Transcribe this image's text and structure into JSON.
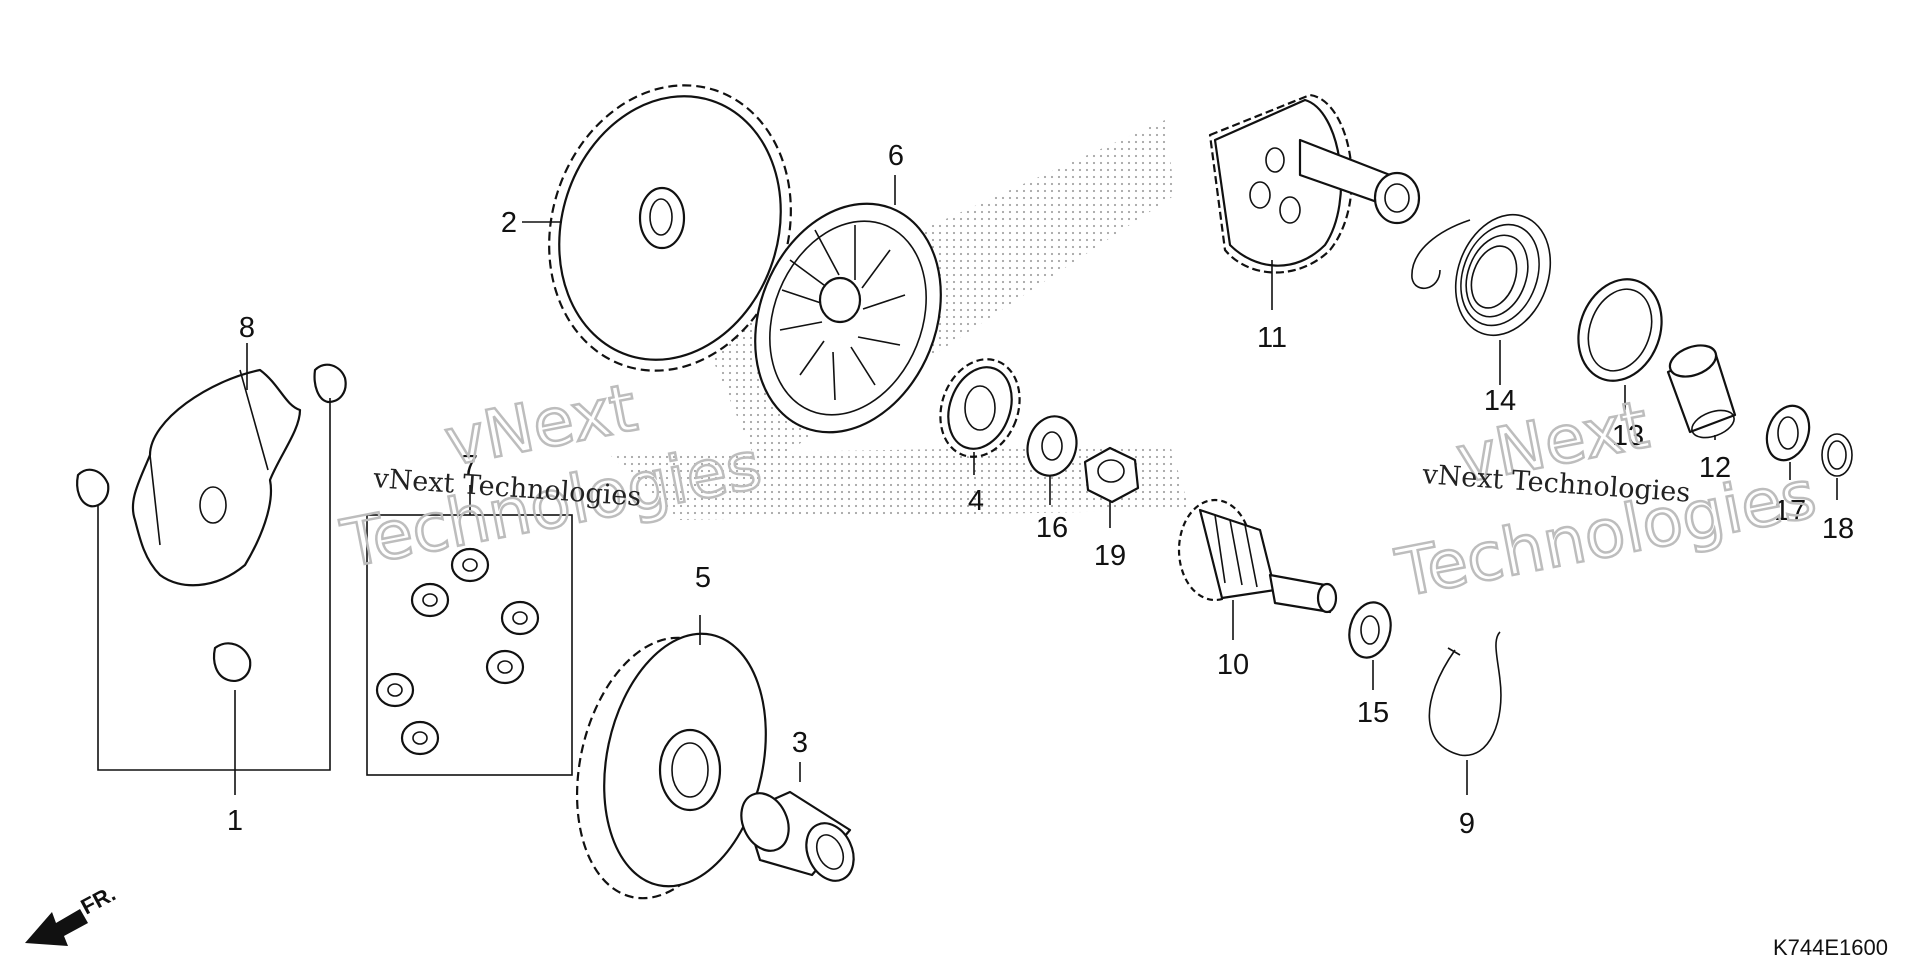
{
  "callouts": [
    "1",
    "2",
    "3",
    "4",
    "5",
    "6",
    "7",
    "8",
    "9",
    "10",
    "11",
    "12",
    "13",
    "14",
    "15",
    "16",
    "17",
    "18",
    "19"
  ],
  "diagram_code": "K744E1600",
  "direction_label": "FR.",
  "watermark": {
    "line1": "vNext",
    "line2": "Technologies",
    "caption": "vNext Technologies"
  }
}
